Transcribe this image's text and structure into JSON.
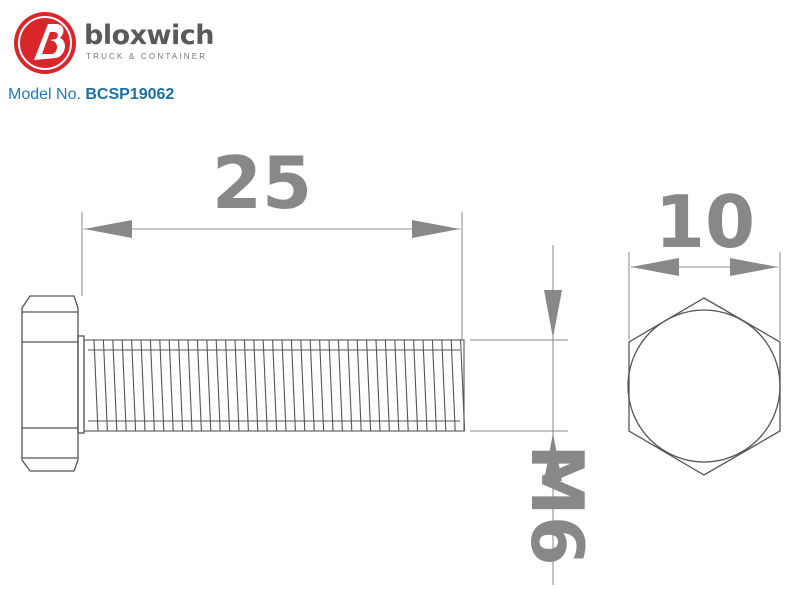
{
  "brand": {
    "name": "bloxwich",
    "tagline": "TRUCK & CONTAINER",
    "logo_color": "#d9262b"
  },
  "model": {
    "label": "Model No.",
    "number": "BCSP19062"
  },
  "dimensions": {
    "length": "25",
    "thread": "M6",
    "across_flats": "10"
  },
  "colors": {
    "line": "#555555",
    "dimension": "#888888"
  }
}
